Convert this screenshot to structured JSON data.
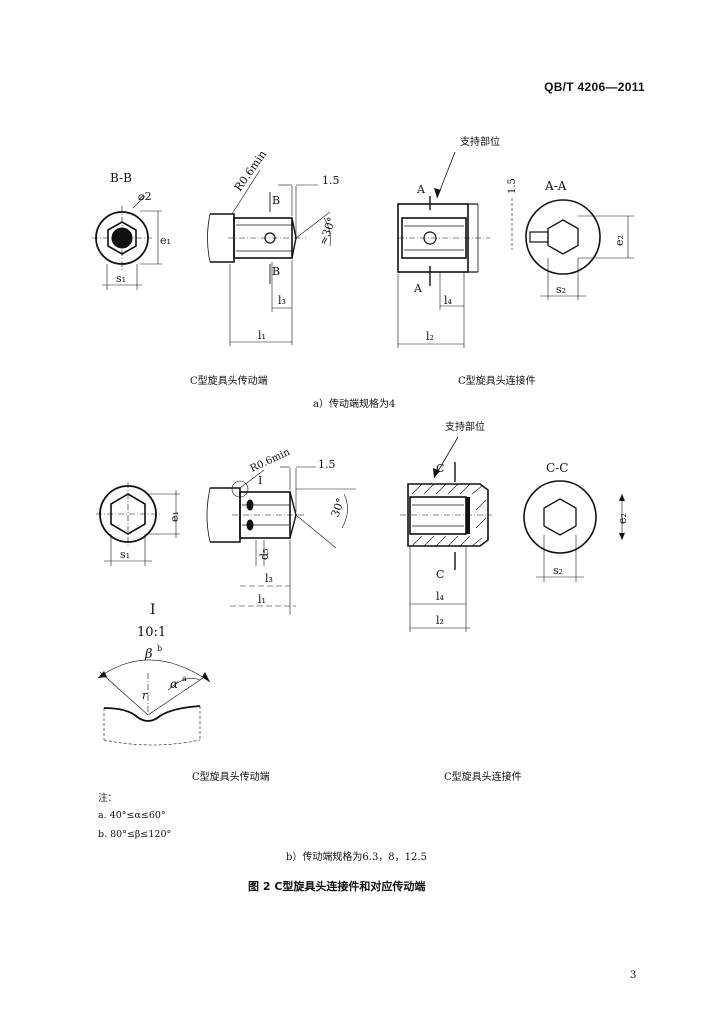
{
  "header": {
    "standard": "QB/T  4206—2011"
  },
  "section_a": {
    "labels": {
      "bb": "B-B",
      "phi2": "⌀2",
      "e1": "e₁",
      "s1": "s₁",
      "r06": "R0.6min",
      "dim15": "1.5",
      "b_top": "B",
      "b_bot": "B",
      "ang30": "≈30°",
      "l3": "l₃",
      "l1": "l₁",
      "support": "支持部位",
      "a_top": "A",
      "a_bot": "A",
      "dim15v": "1.5",
      "l4": "l₄",
      "l2": "l₂",
      "aa": "A-A",
      "e2": "e₂",
      "s2": "s₂"
    },
    "caption_left": "C型旋具头传动端",
    "caption_right": "C型旋具头连接件",
    "subcaption": "a）传动端规格为4"
  },
  "section_b": {
    "labels": {
      "e1": "e₁",
      "s1": "s₁",
      "r06": "R0.6min",
      "i_mark": "I",
      "dim15": "1.5",
      "ang30": "30°",
      "d5": "d₅",
      "l3": "l₃",
      "l1": "l₁",
      "support": "支持部位",
      "c_top": "C",
      "c_bot": "C",
      "cc": "C-C",
      "e2": "e₂",
      "s2": "s₂",
      "l4": "l₄",
      "l2": "l₂",
      "detail_title": "I",
      "detail_scale": "10:1",
      "beta": "β",
      "beta_sup": "b",
      "alpha": "α",
      "alpha_sup": "a",
      "r": "r"
    },
    "caption_left": "C型旋具头传动端",
    "caption_right": "C型旋具头连接件"
  },
  "notes": {
    "title": "注：",
    "a": "a. 40°≤α≤60°",
    "b": "b. 80°≤β≤120°"
  },
  "subcaption_b": "b）传动端规格为6.3，8，12.5",
  "figure_caption": "图 2   C型旋具头连接件和对应传动端",
  "page_number": "3"
}
